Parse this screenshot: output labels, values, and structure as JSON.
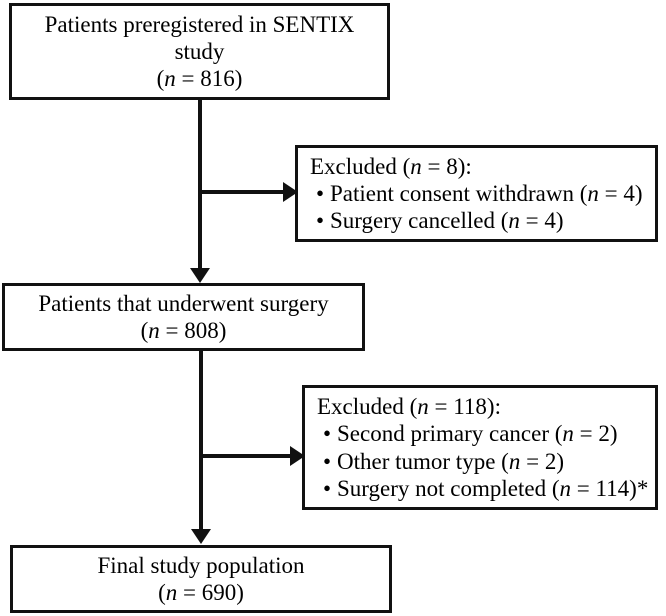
{
  "figure": {
    "type": "flowchart",
    "orientation": "vertical-with-right-branches",
    "background_color": "#ffffff",
    "line_color": "#111111"
  },
  "nodes": {
    "preregistered": {
      "line1": "Patients preregistered in SENTIX",
      "line2": "study",
      "count_open": "(",
      "count_n": "n",
      "count_eq": " = ",
      "count_value": "816",
      "count_close": ")"
    },
    "excluded_1": {
      "header_text": "Excluded (",
      "header_n": "n",
      "header_eq": " = ",
      "header_value": "8",
      "header_close": "):",
      "bullets": [
        {
          "bullet": "•",
          "text": "Patient consent withdrawn (",
          "n": "n",
          "eq": " = ",
          "value": "4",
          "close": ")",
          "star": ""
        },
        {
          "bullet": "•",
          "text": "Surgery cancelled (",
          "n": "n",
          "eq": " = ",
          "value": "4",
          "close": ")",
          "star": ""
        }
      ]
    },
    "underwent_surgery": {
      "line1": "Patients that underwent surgery",
      "count_open": "(",
      "count_n": "n",
      "count_eq": " = ",
      "count_value": "808",
      "count_close": ")"
    },
    "excluded_2": {
      "header_text": "Excluded (",
      "header_n": "n",
      "header_eq": " = ",
      "header_value": "118",
      "header_close": "):",
      "bullets": [
        {
          "bullet": "•",
          "text": "Second primary cancer (",
          "n": "n",
          "eq": " = ",
          "value": "2",
          "close": ")",
          "star": ""
        },
        {
          "bullet": "•",
          "text": "Other tumor type (",
          "n": "n",
          "eq": " = ",
          "value": "2",
          "close": ")",
          "star": ""
        },
        {
          "bullet": "•",
          "text": "Surgery not completed (",
          "n": "n",
          "eq": " = ",
          "value": "114",
          "close": ")",
          "star": "*"
        }
      ]
    },
    "final_population": {
      "line1": "Final study population",
      "count_open": "(",
      "count_n": "n",
      "count_eq": " = ",
      "count_value": "690",
      "count_close": ")"
    }
  }
}
